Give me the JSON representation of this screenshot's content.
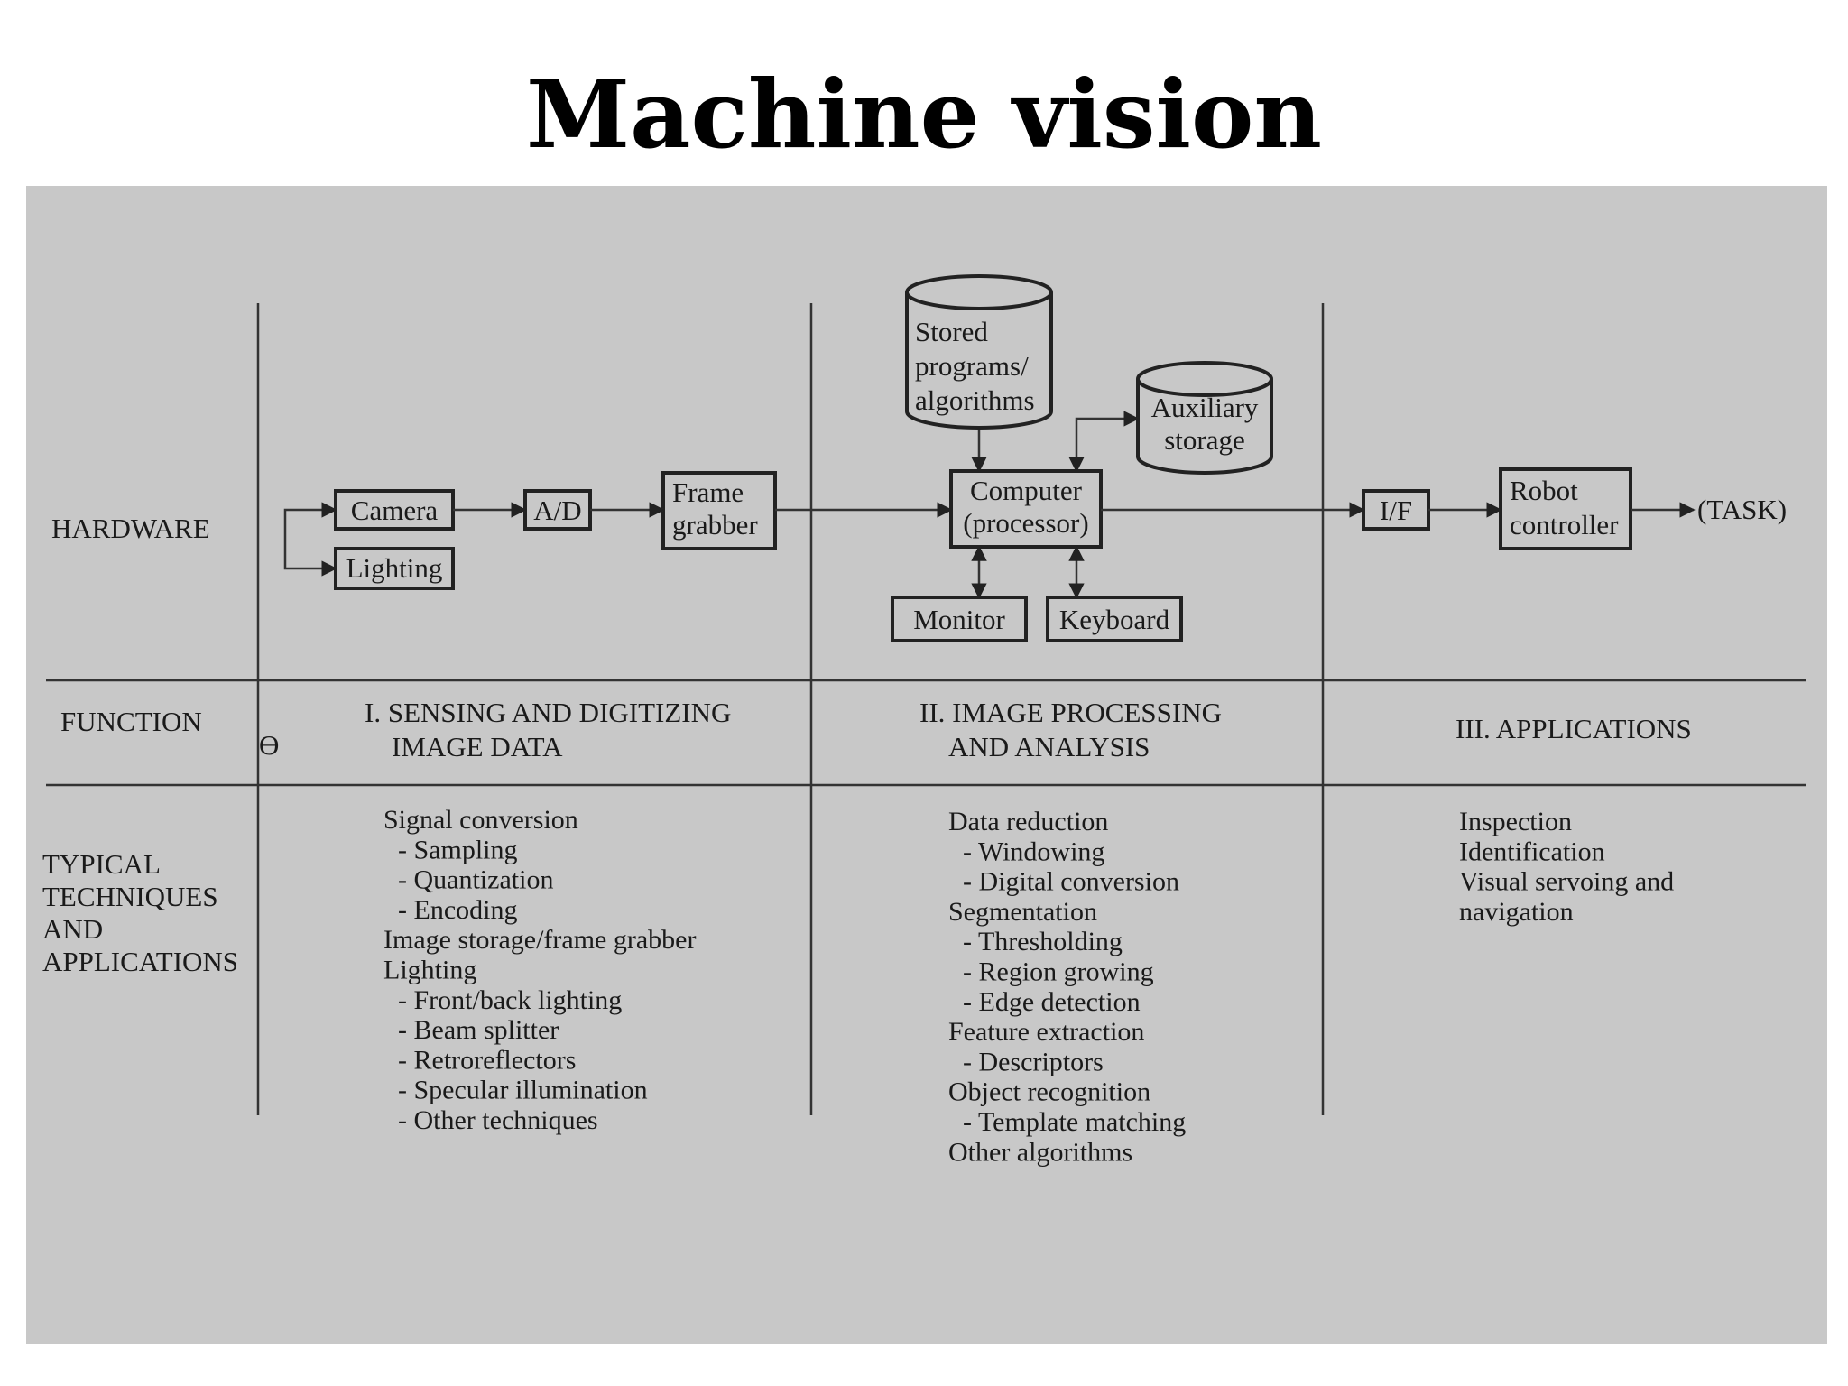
{
  "title": "Machine vision",
  "colors": {
    "panel": "#c8c8c8",
    "ink": "#1a1a1a",
    "background": "#ffffff"
  },
  "rows": {
    "hardware": "HARDWARE",
    "function": "FUNCTION",
    "techniques": [
      "TYPICAL",
      "TECHNIQUES",
      "AND",
      "APPLICATIONS"
    ]
  },
  "hardware": {
    "camera": "Camera",
    "lighting": "Lighting",
    "ad": "A/D",
    "frame_grabber": [
      "Frame",
      "grabber"
    ],
    "stored_programs": [
      "Stored",
      "programs/",
      "algorithms"
    ],
    "auxiliary_storage": [
      "Auxiliary",
      "storage"
    ],
    "computer": [
      "Computer",
      "(processor)"
    ],
    "monitor": "Monitor",
    "keyboard": "Keyboard",
    "interface": "I/F",
    "robot_controller": [
      "Robot",
      "controller"
    ],
    "task": "(TASK)"
  },
  "functions": {
    "sensing": [
      "I. SENSING AND DIGITIZING",
      "IMAGE DATA"
    ],
    "processing": [
      "II. IMAGE PROCESSING",
      "AND ANALYSIS"
    ],
    "applications": "III. APPLICATIONS",
    "stray_mark": "ϴ"
  },
  "techniques": {
    "sensing": [
      "Signal conversion",
      "- Sampling",
      "- Quantization",
      "- Encoding",
      "Image storage/frame grabber",
      "Lighting",
      "- Front/back lighting",
      "- Beam splitter",
      "- Retroreflectors",
      "- Specular illumination",
      "- Other techniques"
    ],
    "processing": [
      "Data reduction",
      "- Windowing",
      "- Digital conversion",
      "Segmentation",
      "- Thresholding",
      "- Region growing",
      "- Edge detection",
      "Feature extraction",
      "- Descriptors",
      "Object recognition",
      "- Template matching",
      "Other algorithms"
    ],
    "applications": [
      "Inspection",
      "Identification",
      "Visual servoing and",
      "navigation"
    ]
  }
}
